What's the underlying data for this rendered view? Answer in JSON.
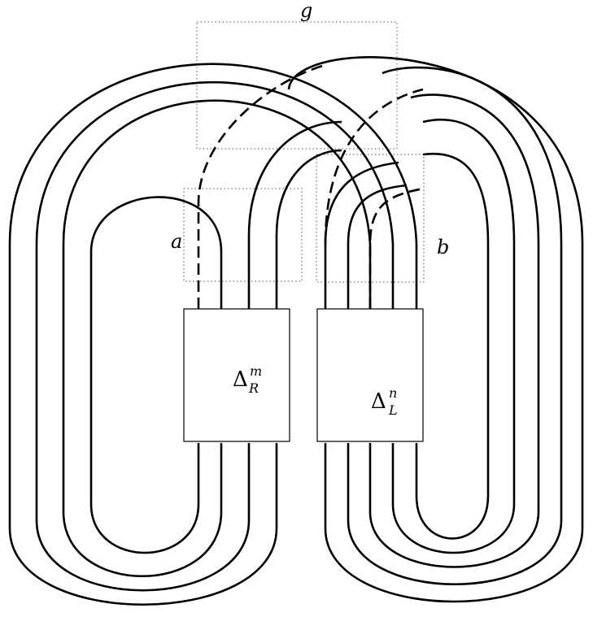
{
  "labels": {
    "g": "g",
    "a": "a",
    "b": "b"
  },
  "boxes": {
    "left": {
      "symbol": "Δ",
      "sub": "R",
      "sup": "m"
    },
    "right": {
      "symbol": "Δ",
      "sub": "L",
      "sup": "n"
    }
  },
  "colors": {
    "strand": "#000000",
    "background": "#ffffff",
    "dotted_box": "#555555"
  }
}
